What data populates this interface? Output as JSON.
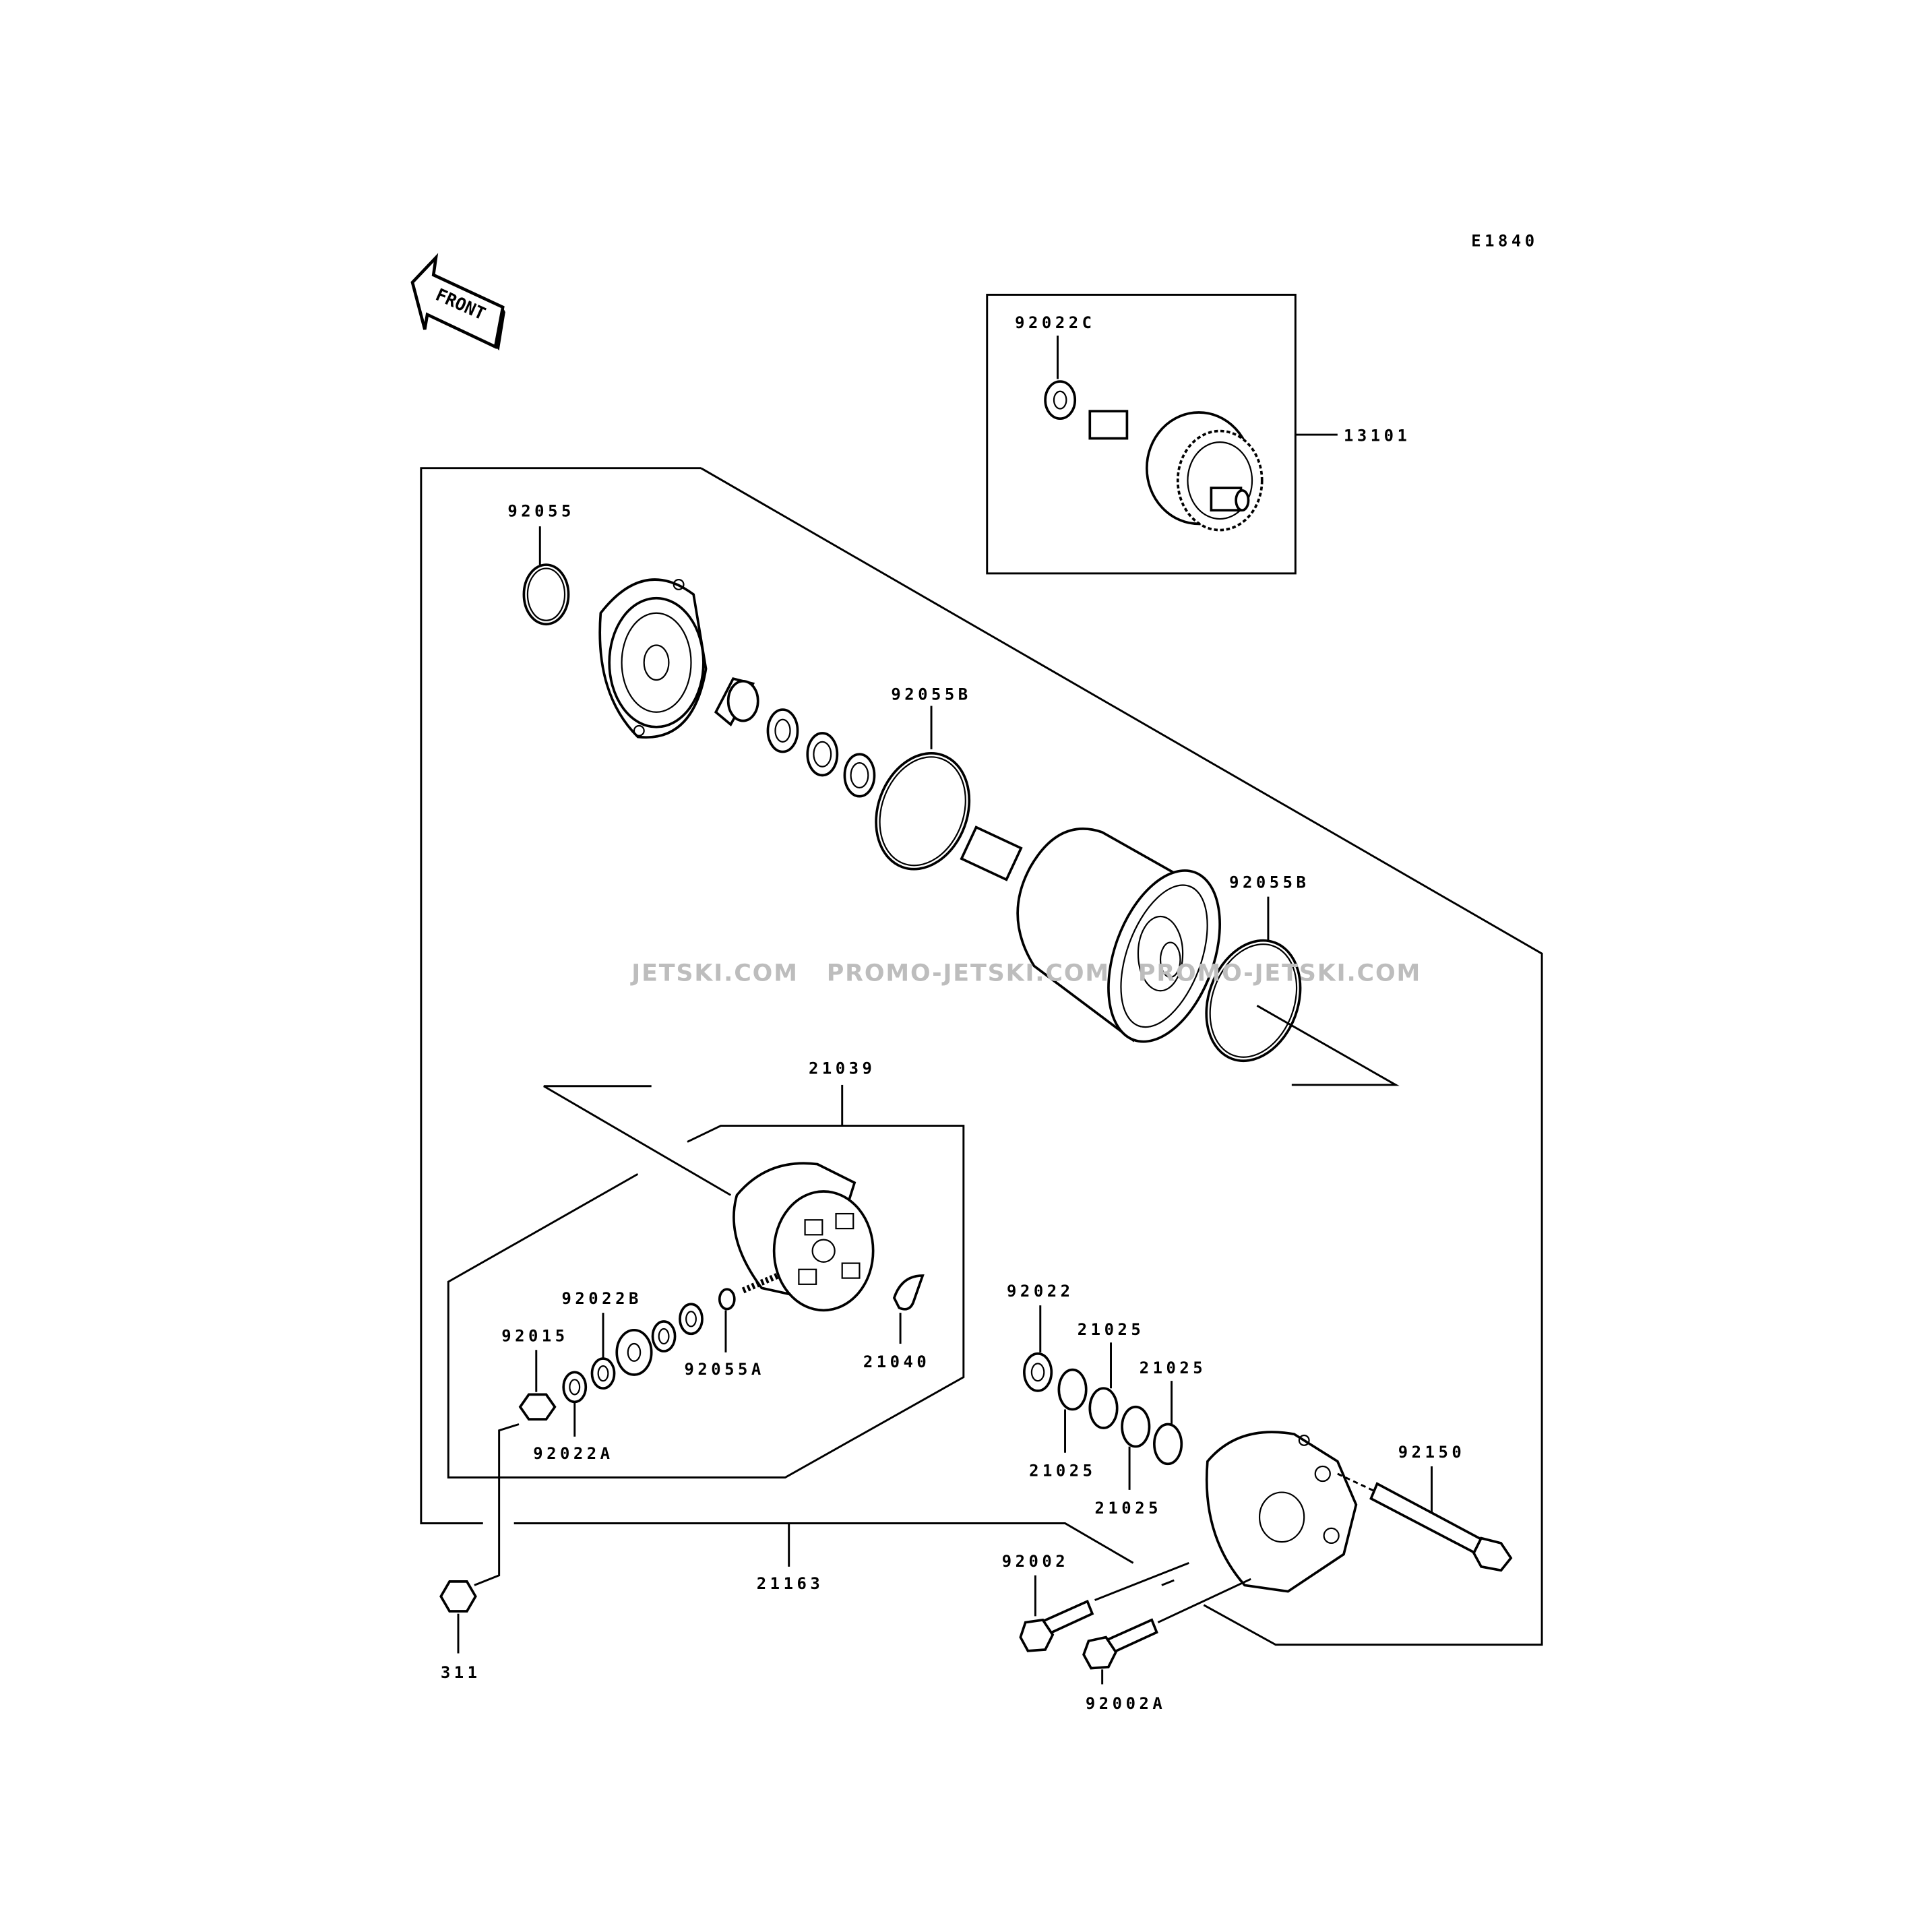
{
  "diagram_code": "E1840",
  "front_arrow": "FRONT",
  "watermark": "JETSKI.COM   PROMO-JETSKI.COM   PROMO-JETSKI.COM",
  "labels": {
    "p92022C": "92022C",
    "p13101": "13101",
    "p92055": "92055",
    "p92055B_1": "92055B",
    "p92055B_2": "92055B",
    "p21039": "21039",
    "p92022B": "92022B",
    "p92015": "92015",
    "p92055A": "92055A",
    "p21040": "21040",
    "p92022A": "92022A",
    "p92022": "92022",
    "p21025_1": "21025",
    "p21025_2": "21025",
    "p21025_3": "21025",
    "p21025_4": "21025",
    "p92150": "92150",
    "p92002": "92002",
    "p21163": "21163",
    "p311": "311",
    "p92002A": "92002A"
  }
}
